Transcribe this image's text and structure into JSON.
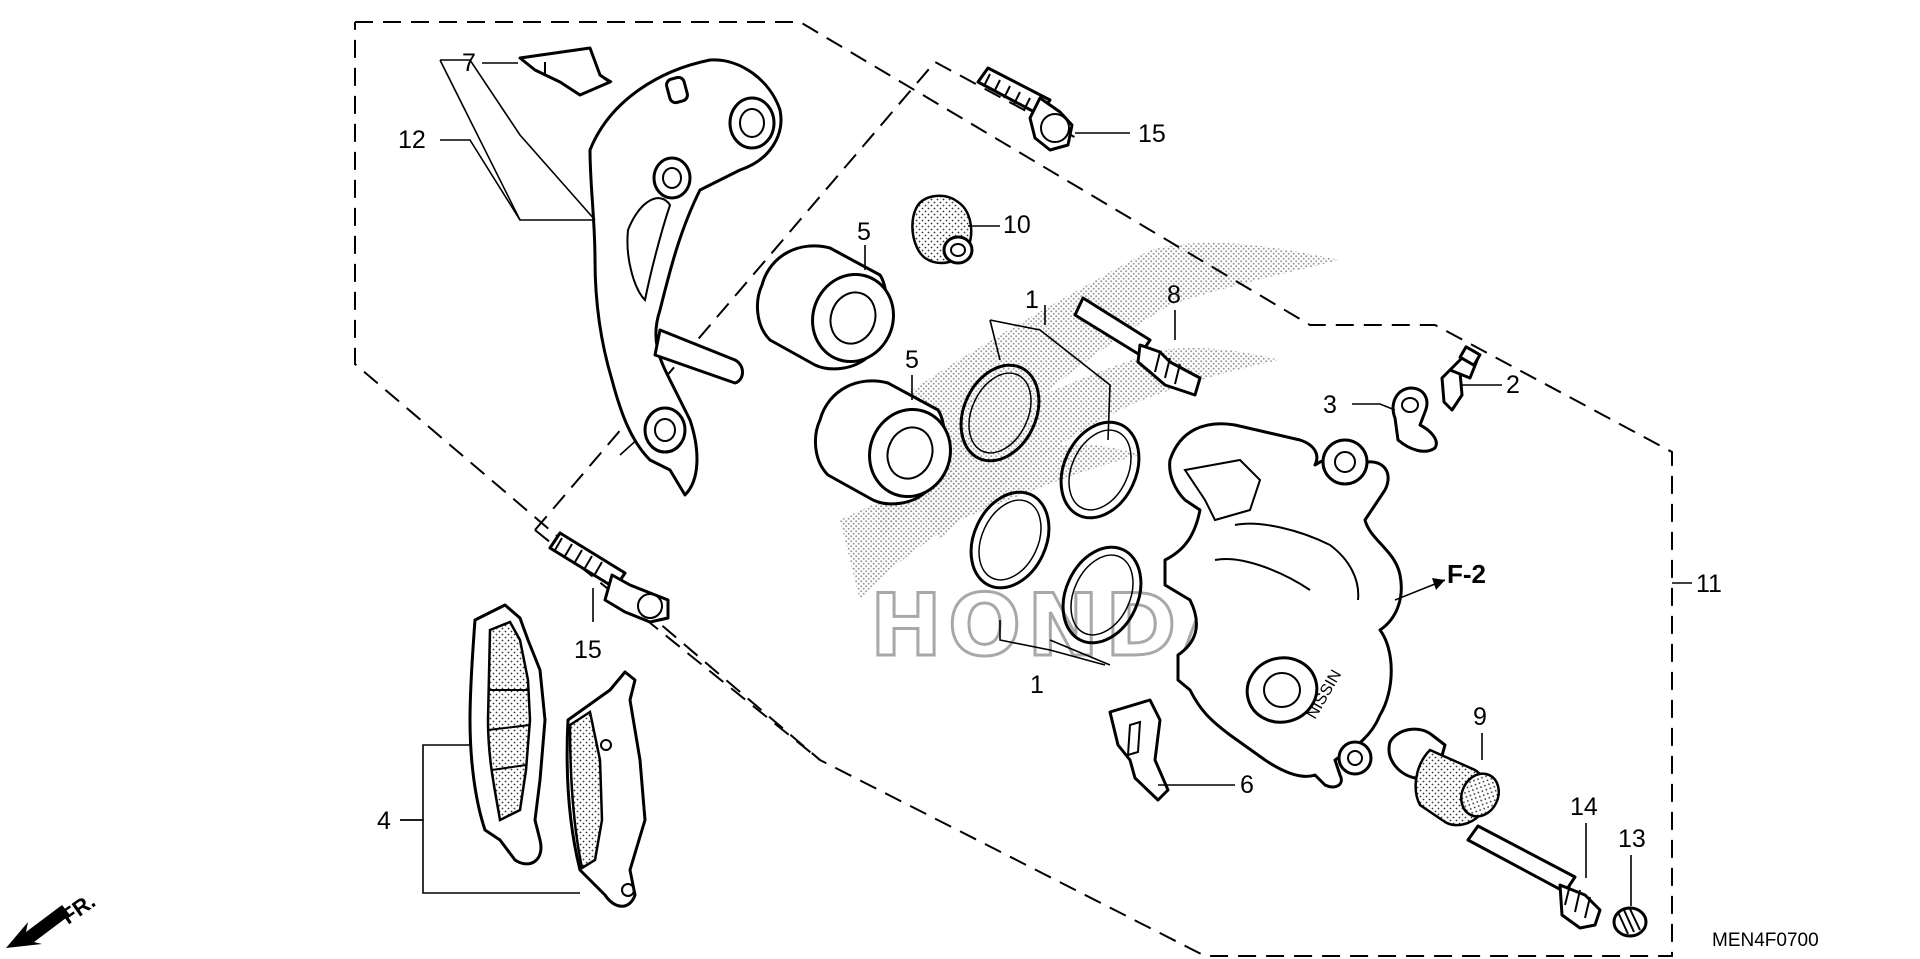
{
  "labels": {
    "p1a": "1",
    "p1b": "1",
    "p2": "2",
    "p3": "3",
    "p4": "4",
    "p5a": "5",
    "p5b": "5",
    "p6": "6",
    "p7": "7",
    "p8": "8",
    "p9": "9",
    "p10": "10",
    "p11": "11",
    "p12": "12",
    "p13": "13",
    "p14": "14",
    "p15a": "15",
    "p15b": "15"
  },
  "reference": "F-2",
  "diagram_code": "MEN4F0700",
  "front_arrow": "FR.",
  "watermark": "HONDA",
  "colors": {
    "ink": "#000000",
    "paper": "#ffffff",
    "watermark": "#9a9a9a"
  }
}
